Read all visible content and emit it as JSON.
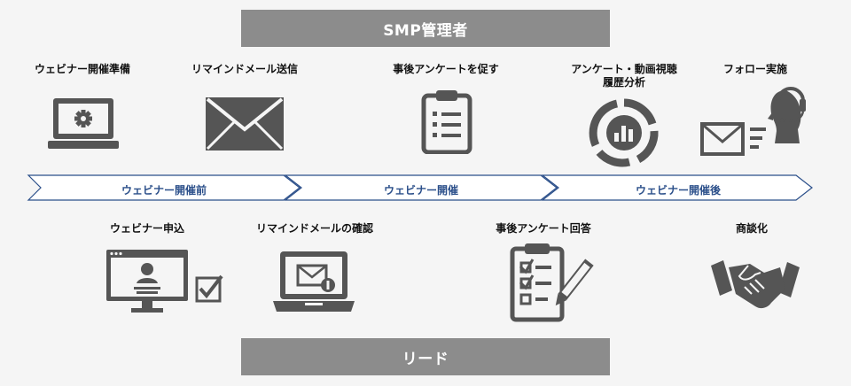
{
  "banners": {
    "top": "SMP管理者",
    "bottom": "リード"
  },
  "admin_steps": [
    {
      "label": "ウェビナー開催準備",
      "icon": "laptop-gear-icon"
    },
    {
      "label": "リマインドメール送信",
      "icon": "envelope-icon"
    },
    {
      "label": "事後アンケートを促す",
      "icon": "clipboard-list-icon"
    },
    {
      "label": "アンケート・動画視聴\n履歴分析",
      "icon": "analytics-donut-icon"
    },
    {
      "label": "フォロー実施",
      "icon": "headset-mail-icon"
    }
  ],
  "stages": [
    "ウェビナー開催前",
    "ウェビナー開催",
    "ウェビナー開催後"
  ],
  "lead_steps": [
    {
      "label": "ウェビナー申込",
      "icon": "monitor-profile-check-icon"
    },
    {
      "label": "リマインドメールの確認",
      "icon": "laptop-mail-notification-icon"
    },
    {
      "label": "事後アンケート回答",
      "icon": "checklist-pencil-icon"
    },
    {
      "label": "商談化",
      "icon": "handshake-icon"
    }
  ],
  "colors": {
    "icon": "#555555",
    "banner": "#8c8c8c",
    "stage_text": "#2b4f8a",
    "chevron_stroke": "#2b4f8a",
    "background": "#f5f5f5"
  }
}
